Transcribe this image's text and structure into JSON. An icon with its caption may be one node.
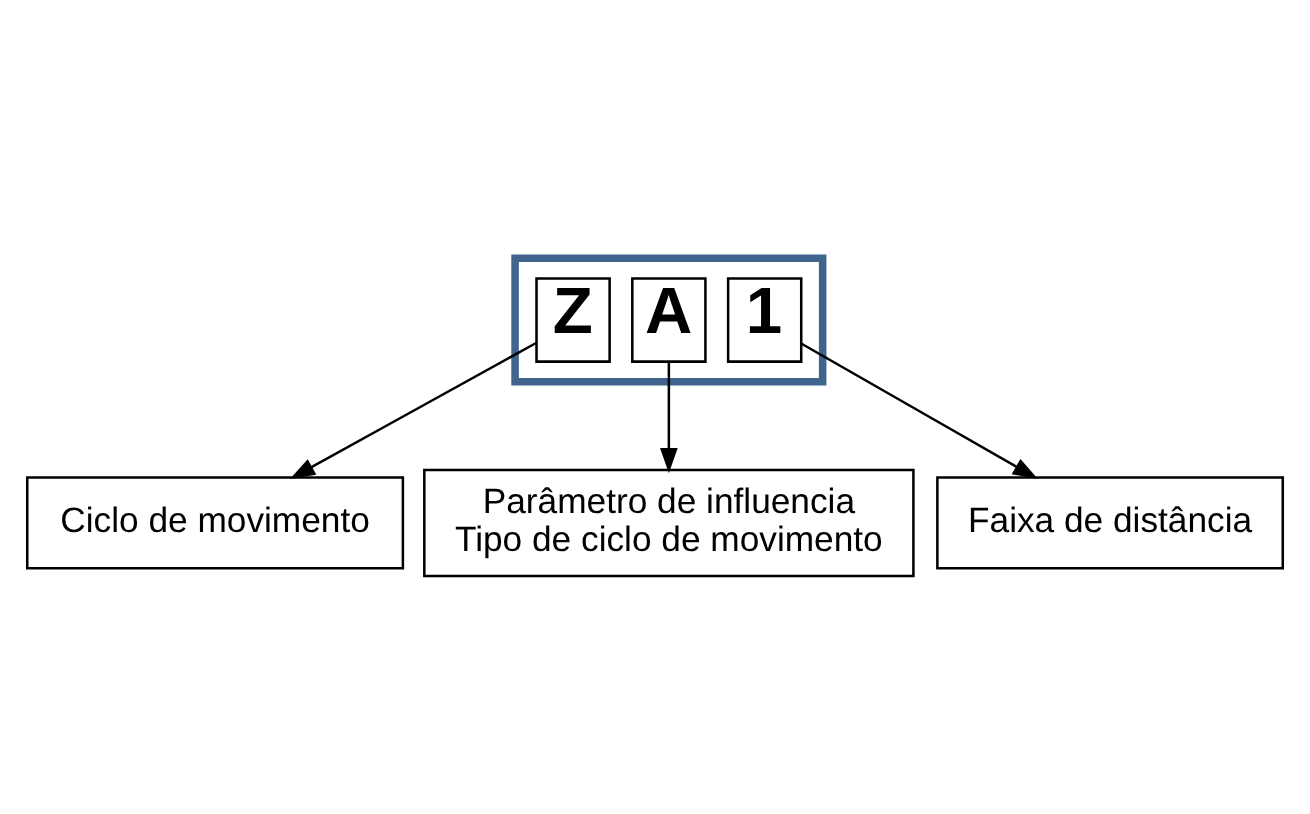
{
  "diagram": {
    "nodes": [
      {
        "text": [
          "Parâmetro de influencia",
          "Tipo de ciclo de movimento"
        ]
      },
      {
        "text": [],
        "shape": "box"
      },
      {
        "text": [
          "Z"
        ],
        "in": 1
      },
      {
        "text": [
          "A"
        ],
        "in": 1
      },
      {
        "text": [
          "1"
        ],
        "in": 1
      },
      {
        "text": [
          "Faixa de distância"
        ]
      },
      {
        "text": [
          "Ciclo de movimento"
        ]
      }
    ],
    "edges": [
      {
        "from": 3,
        "to": 0,
        "arrow": "to"
      },
      {
        "from": 4,
        "to": 5,
        "arrow": "to"
      },
      {
        "from": 2,
        "to": 6,
        "arrow": "to"
      }
    ]
  }
}
